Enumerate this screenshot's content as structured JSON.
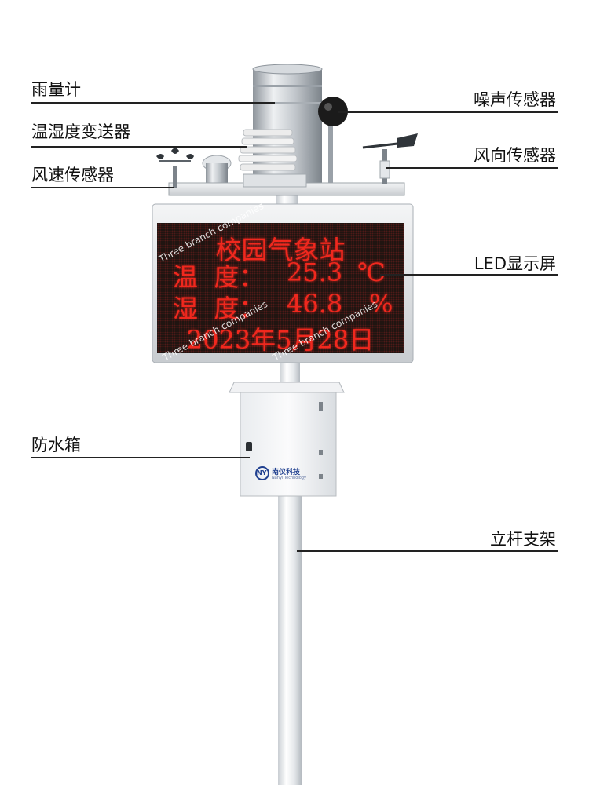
{
  "callouts": {
    "rain_gauge": "雨量计",
    "temp_humidity_transmitter": "温湿度变送器",
    "wind_speed_sensor": "风速传感器",
    "noise_sensor": "噪声传感器",
    "wind_direction_sensor": "风向传感器",
    "led_display": "LED显示屏",
    "waterproof_box": "防水箱",
    "pole_bracket": "立杆支架"
  },
  "led": {
    "line1": "校园气象站",
    "temp_label": "温  度：",
    "temp_value": "25.3",
    "temp_unit": "℃",
    "humidity_label": "湿  度：",
    "humidity_value": "46.8",
    "humidity_unit": "%",
    "date": "2023年5月28日"
  },
  "box": {
    "brand_logo": "NY",
    "brand_name": "南仪科技",
    "brand_sub": "Nanyi Technology"
  },
  "watermark": "Three branch companies",
  "colors": {
    "led_text": "#f0281e",
    "led_background": "#1a1410",
    "brand": "#1f3f8f"
  }
}
